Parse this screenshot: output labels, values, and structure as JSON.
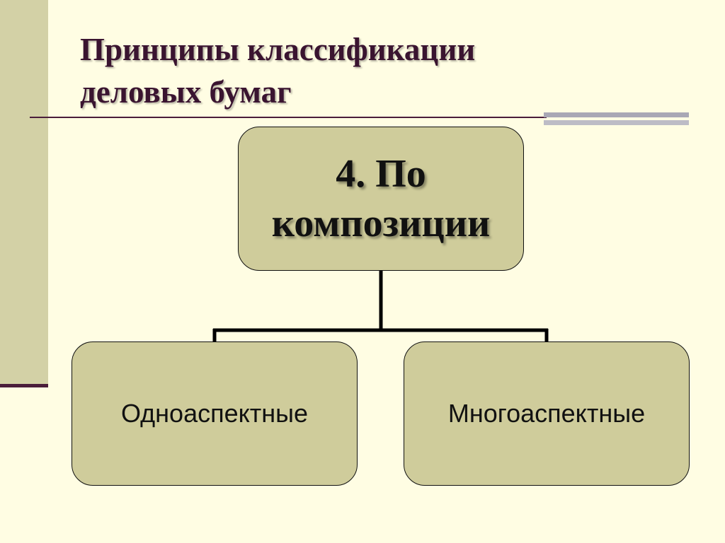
{
  "slide": {
    "title_line1": "Принципы классификации",
    "title_line2": "деловых бумаг"
  },
  "diagram": {
    "root": {
      "label_line1": "4. По",
      "label_line2": "композиции"
    },
    "children": [
      {
        "label": "Одноаспектные"
      },
      {
        "label": "Многоаспектные"
      }
    ]
  },
  "colors": {
    "background": "#FFFDE3",
    "sidebar": "#D3D1A6",
    "title": "#3A1430",
    "rule": "#4A1D3A",
    "node_fill": "#CFCC9B",
    "node_border": "#111111"
  }
}
